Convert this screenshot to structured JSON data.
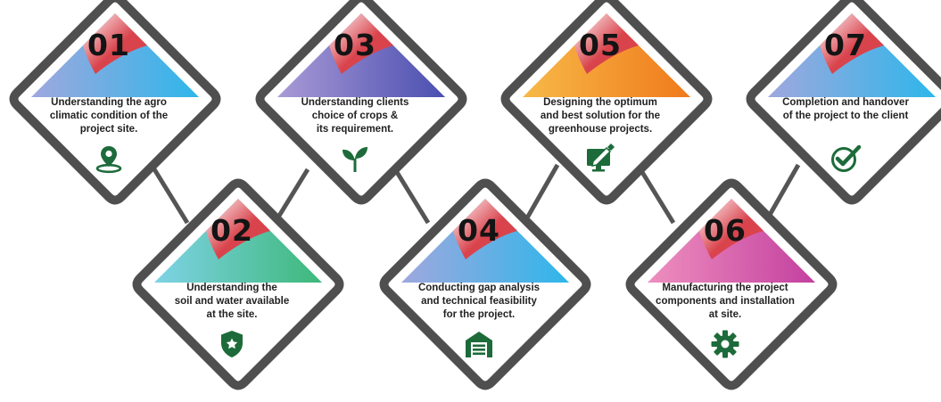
{
  "steps": [
    {
      "num": "01",
      "text": "Understanding the agro\nclimatic condition of the\nproject site.",
      "icon": "location-pin-icon",
      "gradient": [
        "#9fa8de",
        "#2eb6ea"
      ],
      "accent": "#d9434c"
    },
    {
      "num": "02",
      "text": "Understanding the\nsoil and water available\nat the site.",
      "icon": "shield-star-icon",
      "gradient": [
        "#7ed3e6",
        "#3eb87a"
      ],
      "accent": "#d9434c"
    },
    {
      "num": "03",
      "text": "Understanding clients\nchoice of crops &\nits requirement.",
      "icon": "sprout-icon",
      "gradient": [
        "#a99ad6",
        "#4a4fb0"
      ],
      "accent": "#d9434c"
    },
    {
      "num": "04",
      "text": "Conducting gap analysis\nand technical feasibility\nfor the project.",
      "icon": "garage-icon",
      "gradient": [
        "#9fa8de",
        "#2eb6ea"
      ],
      "accent": "#d9434c"
    },
    {
      "num": "05",
      "text": "Designing the optimum\nand best solution for the\ngreenhouse projects.",
      "icon": "design-monitor-icon",
      "gradient": [
        "#f7b947",
        "#f07a1c"
      ],
      "accent": "#d9434c"
    },
    {
      "num": "06",
      "text": "Manufacturing the project\ncomponents and installation\nat site.",
      "icon": "gear-icon",
      "gradient": [
        "#ee8fbf",
        "#c3409f"
      ],
      "accent": "#d9434c"
    },
    {
      "num": "07",
      "text": "Completion and handover\nof the project to the client",
      "icon": "check-circle-icon",
      "gradient": [
        "#9fa8de",
        "#2eb6ea"
      ],
      "accent": "#d9434c"
    }
  ],
  "colors": {
    "frame": "#4f4f4f",
    "icon": "#1d6b3a",
    "connector": "#555555"
  }
}
